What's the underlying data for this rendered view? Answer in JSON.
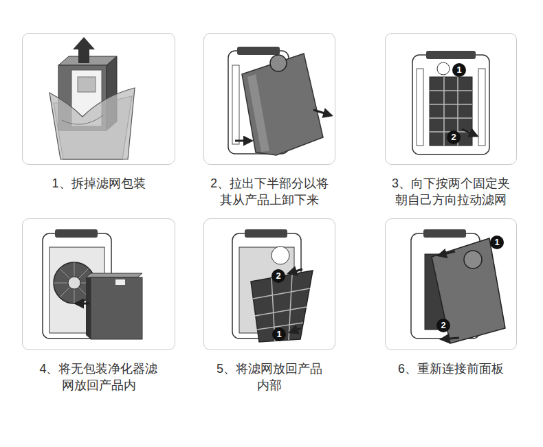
{
  "diagram": {
    "nodes": [
      {
        "text": [
          "1、拆掉滤网包装"
        ]
      },
      {
        "text": [
          "2、拉出下半部分以将 其从产品上卸下来"
        ]
      },
      {
        "text": [
          "3、向下按两个固定夹 朝自己方向拉动滤网"
        ]
      },
      {
        "text": [
          "4、将无包装净化器滤 网放回产品内"
        ]
      },
      {
        "text": [
          "5、将滤网放回产品 内部"
        ]
      },
      {
        "text": [
          "6、重新连接前面板"
        ]
      }
    ],
    "labels": [
      "1",
      "2",
      "2",
      "1",
      "1",
      "2"
    ]
  }
}
